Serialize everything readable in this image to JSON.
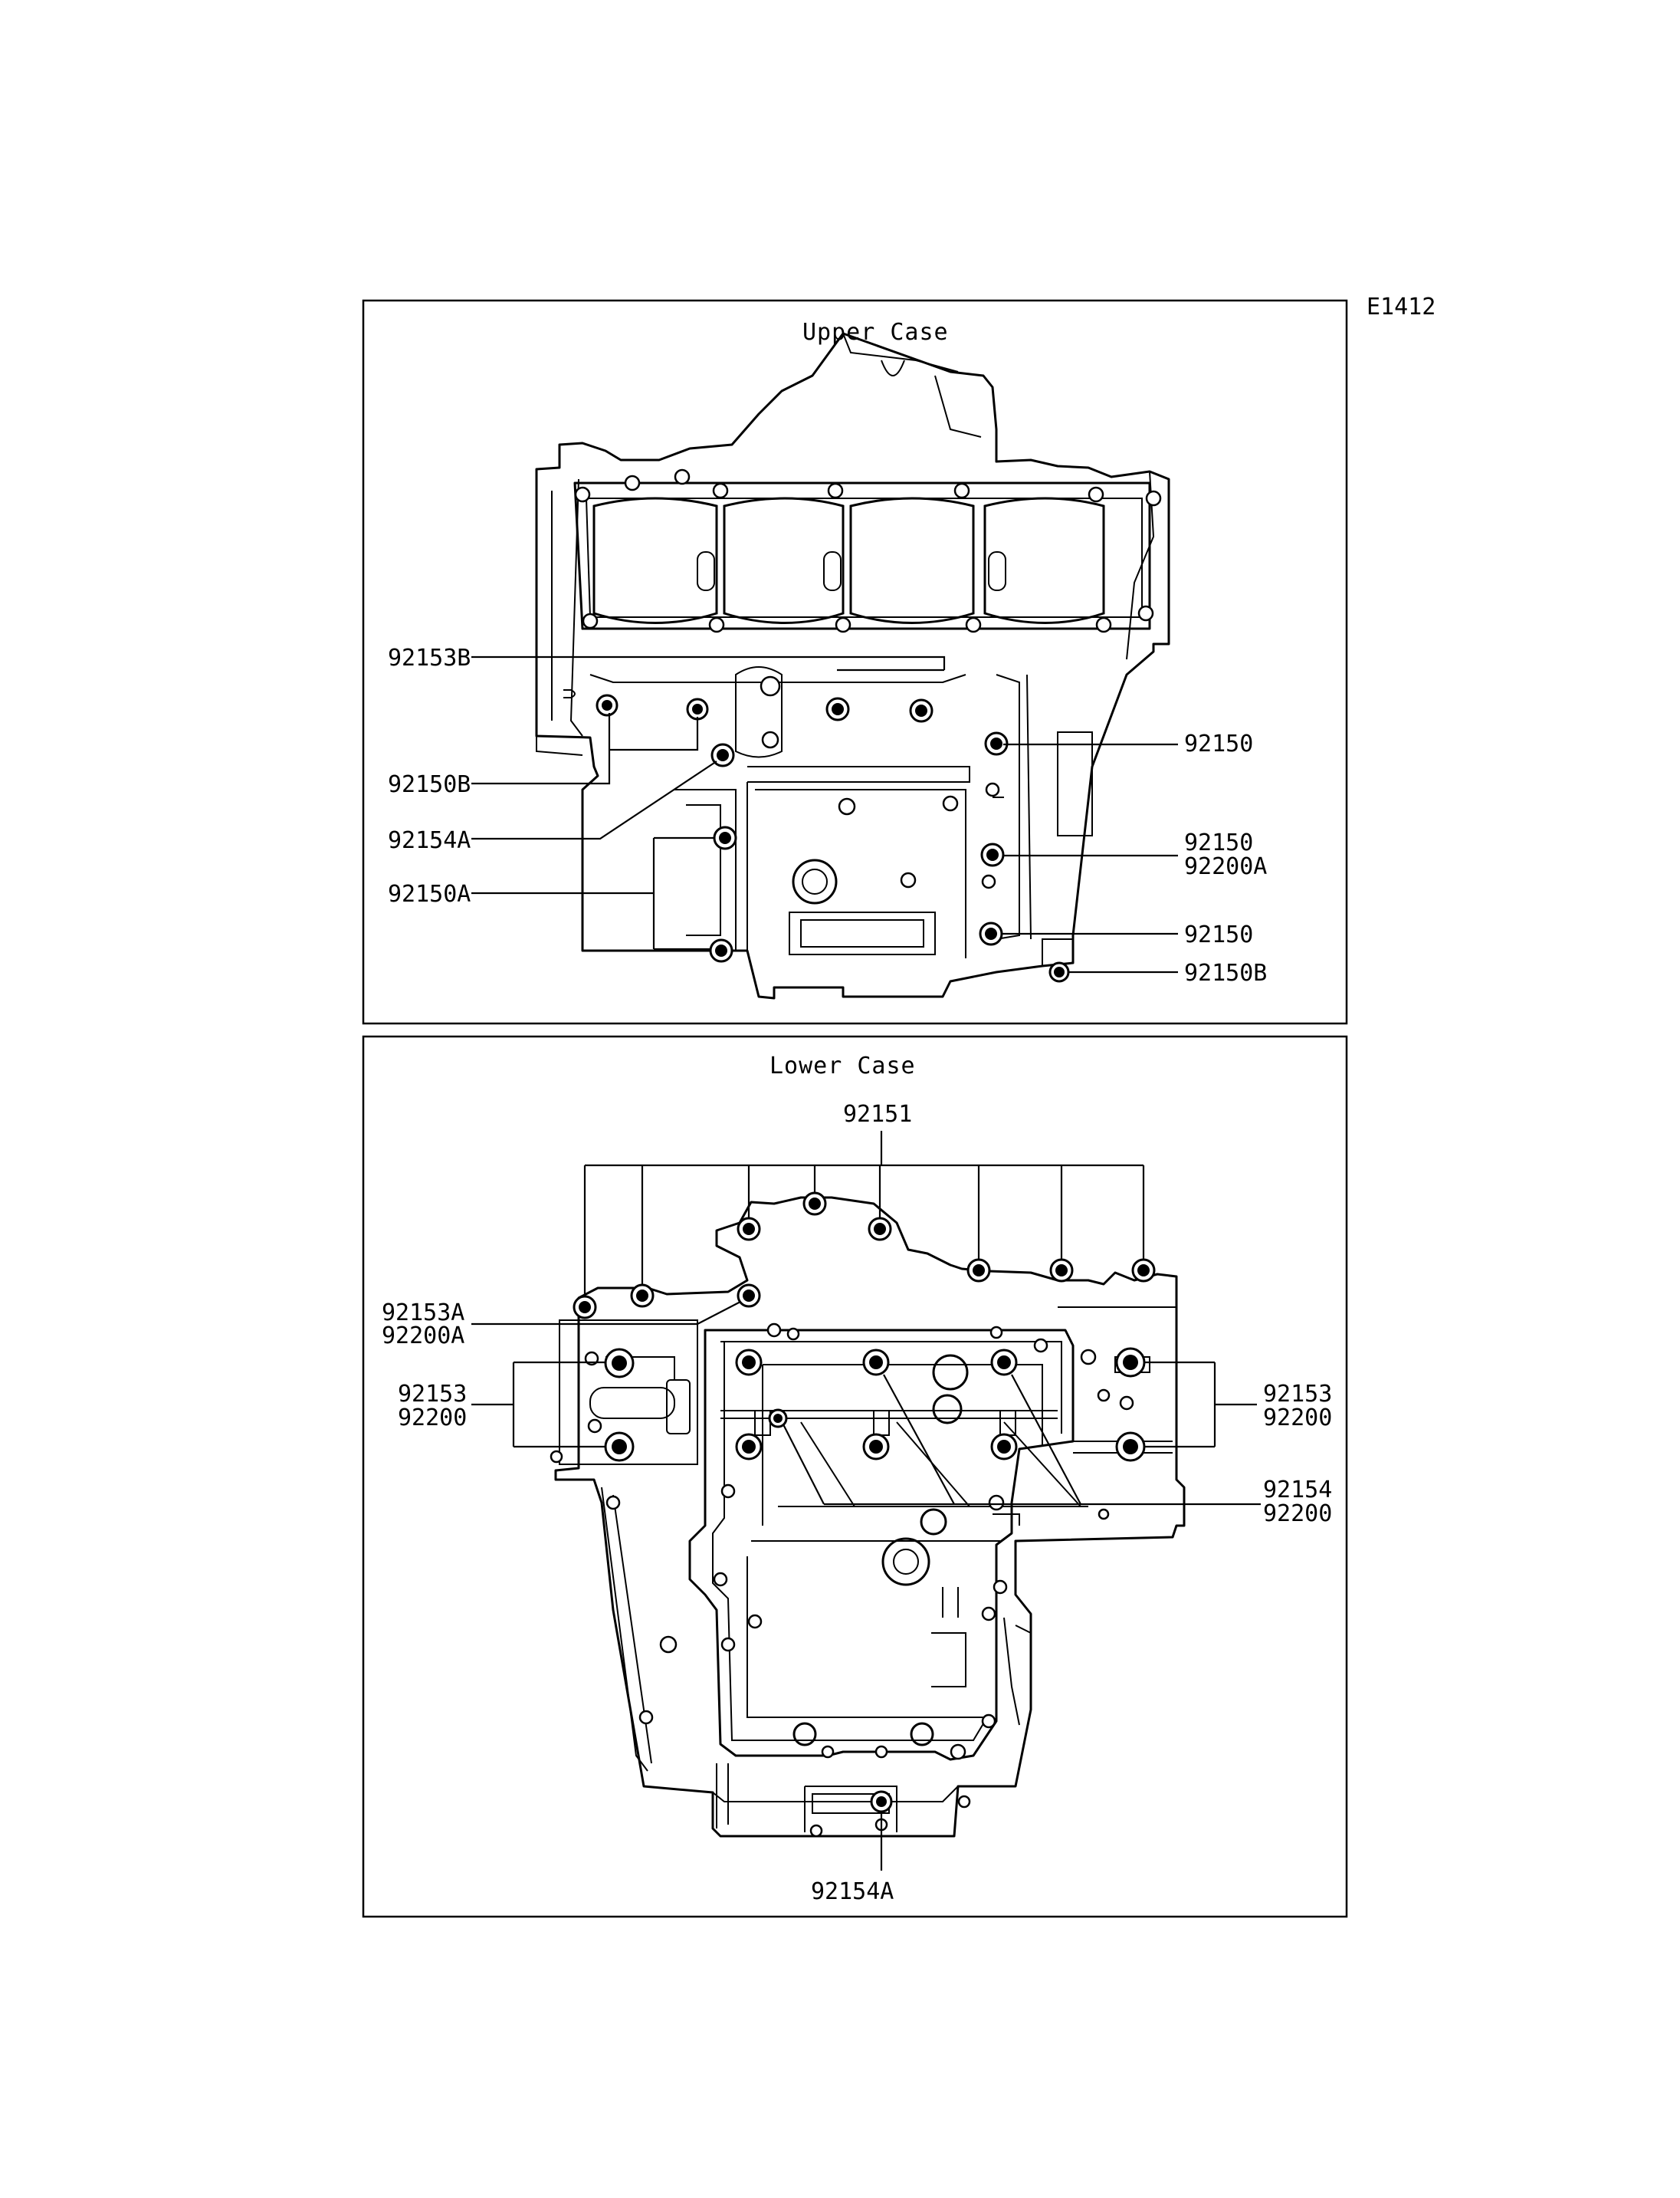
{
  "figure_code": "E1412",
  "upper_case": {
    "title": "Upper Case",
    "labels": {
      "l_92153B": "92153B",
      "l_92150B_left": "92150B",
      "l_92154A": "92154A",
      "l_92150A": "92150A",
      "l_92150_top": "92150",
      "l_92150_mid": "92150",
      "l_92200A": "92200A",
      "l_92150_low": "92150",
      "l_92150B_right": "92150B"
    }
  },
  "lower_case": {
    "title": "Lower Case",
    "labels": {
      "l_92151": "92151",
      "l_92153A": "92153A",
      "l_92200A": "92200A",
      "l_92153_left": "92153",
      "l_92200_left": "92200",
      "l_92153_right": "92153",
      "l_92200_right": "92200",
      "l_92154": "92154",
      "l_92200_mid": "92200",
      "l_92154A": "92154A"
    }
  }
}
